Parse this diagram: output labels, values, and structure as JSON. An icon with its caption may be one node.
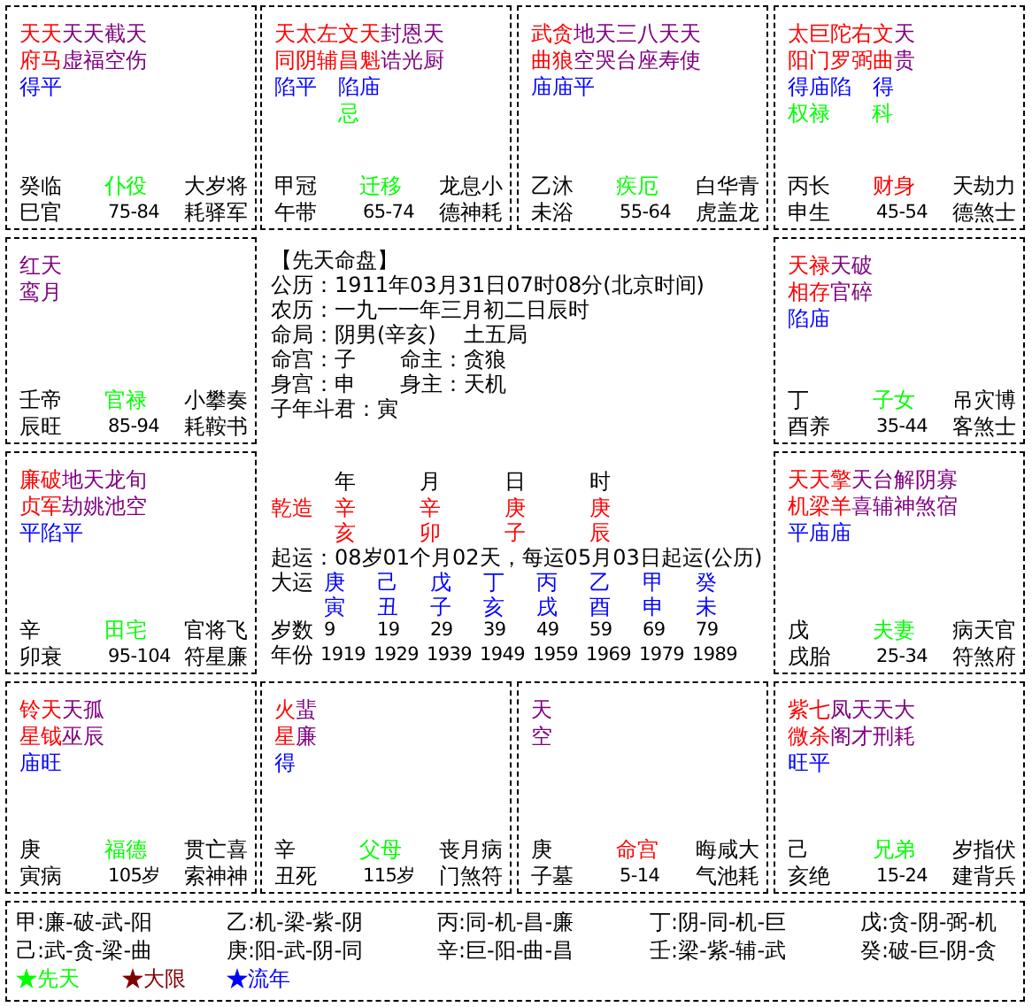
{
  "diagram": {
    "nodes": [
      {
        "text": [
          "天天天天截天",
          "府马虚福空伤",
          "得平",
          "癸临",
          "仆役",
          "大岁将",
          "巳官",
          "75-84",
          "耗驿军"
        ]
      },
      {
        "text": [
          "天太左文天封恩天",
          "同阴辅昌魁诰光厨",
          "陷平 陷庙",
          "忌",
          "甲冠",
          "迁移",
          "龙息小",
          "午带",
          "65-74",
          "德神耗"
        ]
      },
      {
        "text": [
          "武贪地天三八天天",
          "曲狼空哭台座寿使",
          "庙庙平",
          "乙沐",
          "疾厄",
          "白华青",
          "未浴",
          "55-64",
          "虎盖龙"
        ]
      },
      {
        "text": [
          "太巨陀右文天",
          "阳门罗弼曲贵",
          "得庙陷 得",
          "权禄  科",
          "丙长",
          "财身",
          "天劫力",
          "申生",
          "45-54",
          "德煞士"
        ]
      },
      {
        "text": [
          "红天",
          "鸾月",
          "壬帝",
          "官禄",
          "小攀奏",
          "辰旺",
          "85-94",
          "耗鞍书"
        ]
      },
      {
        "text": [
          "天禄天破",
          "相存官碎",
          "陷庙",
          "丁",
          "子女",
          "吊灾博",
          "酉养",
          "35-44",
          "客煞士"
        ]
      },
      {
        "text": [
          "廉破地天龙旬",
          "贞军劫姚池空",
          "平陷平",
          "辛",
          "田宅",
          "官将飞",
          "卯衰",
          "95-104",
          "符星廉"
        ]
      },
      {
        "text": [
          "天天擎天台解阴寡",
          "机梁羊喜辅神煞宿",
          "平庙庙",
          "戊",
          "夫妻",
          "病天官",
          "戌胎",
          "25-34",
          "符煞府"
        ]
      },
      {
        "text": [
          "铃天天孤",
          "星钺巫辰",
          "庙旺",
          "庚",
          "福德",
          "贯亡喜",
          "寅病",
          "105岁",
          "索神神"
        ]
      },
      {
        "text": [
          "火蜚",
          "星廉",
          "得",
          "辛",
          "父母",
          "丧月病",
          "丑死",
          "115岁",
          "门煞符"
        ]
      },
      {
        "text": [
          "天",
          "空",
          "庚",
          "命宫",
          "晦咸大",
          "子墓",
          "5-14",
          "气池耗"
        ]
      },
      {
        "text": [
          "紫七凤天天大",
          "微杀阁才刑耗",
          "旺平",
          "己",
          "兄弟",
          "岁指伏",
          "亥绝",
          "15-24",
          "建背兵"
        ]
      }
    ],
    "labels": [
      "【先天命盘】",
      "公历：1911年03月31日07时08分(北京时间)",
      "农历：一九一一年三月初二日辰时",
      "命局：阴男(辛亥)",
      "土五局",
      "命宫：子",
      "命主：贪狼",
      "身宫：申",
      "身主：天机",
      "子年斗君：寅",
      "年",
      "月",
      "日",
      "时",
      "乾造",
      "辛",
      "辛",
      "庚",
      "庚",
      "亥",
      "卯",
      "子",
      "辰",
      "起运：08岁01个月02天，每运05月03日起运(公历)",
      "大运",
      "庚",
      "己",
      "戊",
      "丁",
      "丙",
      "乙",
      "甲",
      "癸",
      "寅",
      "丑",
      "子",
      "亥",
      "戌",
      "酉",
      "申",
      "未",
      "岁数",
      "9",
      "19",
      "29",
      "39",
      "49",
      "59",
      "69",
      "79",
      "年份",
      "1919",
      "1929",
      "1939",
      "1949",
      "1959",
      "1969",
      "1979",
      "1989",
      "甲:廉-破-武-阳",
      "乙:机-梁-紫-阴",
      "丙:同-机-昌-廉",
      "丁:阴-同-机-巨",
      "戊:贪-阴-弼-机",
      "己:武-贪-梁-曲",
      "庚:阳-武-阴-同",
      "辛:巨-阳-曲-昌",
      "壬:梁-紫-辅-武",
      "癸:破-巨-阴-贪"
    ],
    "legend": [
      {
        "text": "先天",
        "color": "#00ff00"
      },
      {
        "text": "大限",
        "color": "#800000"
      },
      {
        "text": "流年",
        "color": "#0000ff"
      }
    ]
  }
}
